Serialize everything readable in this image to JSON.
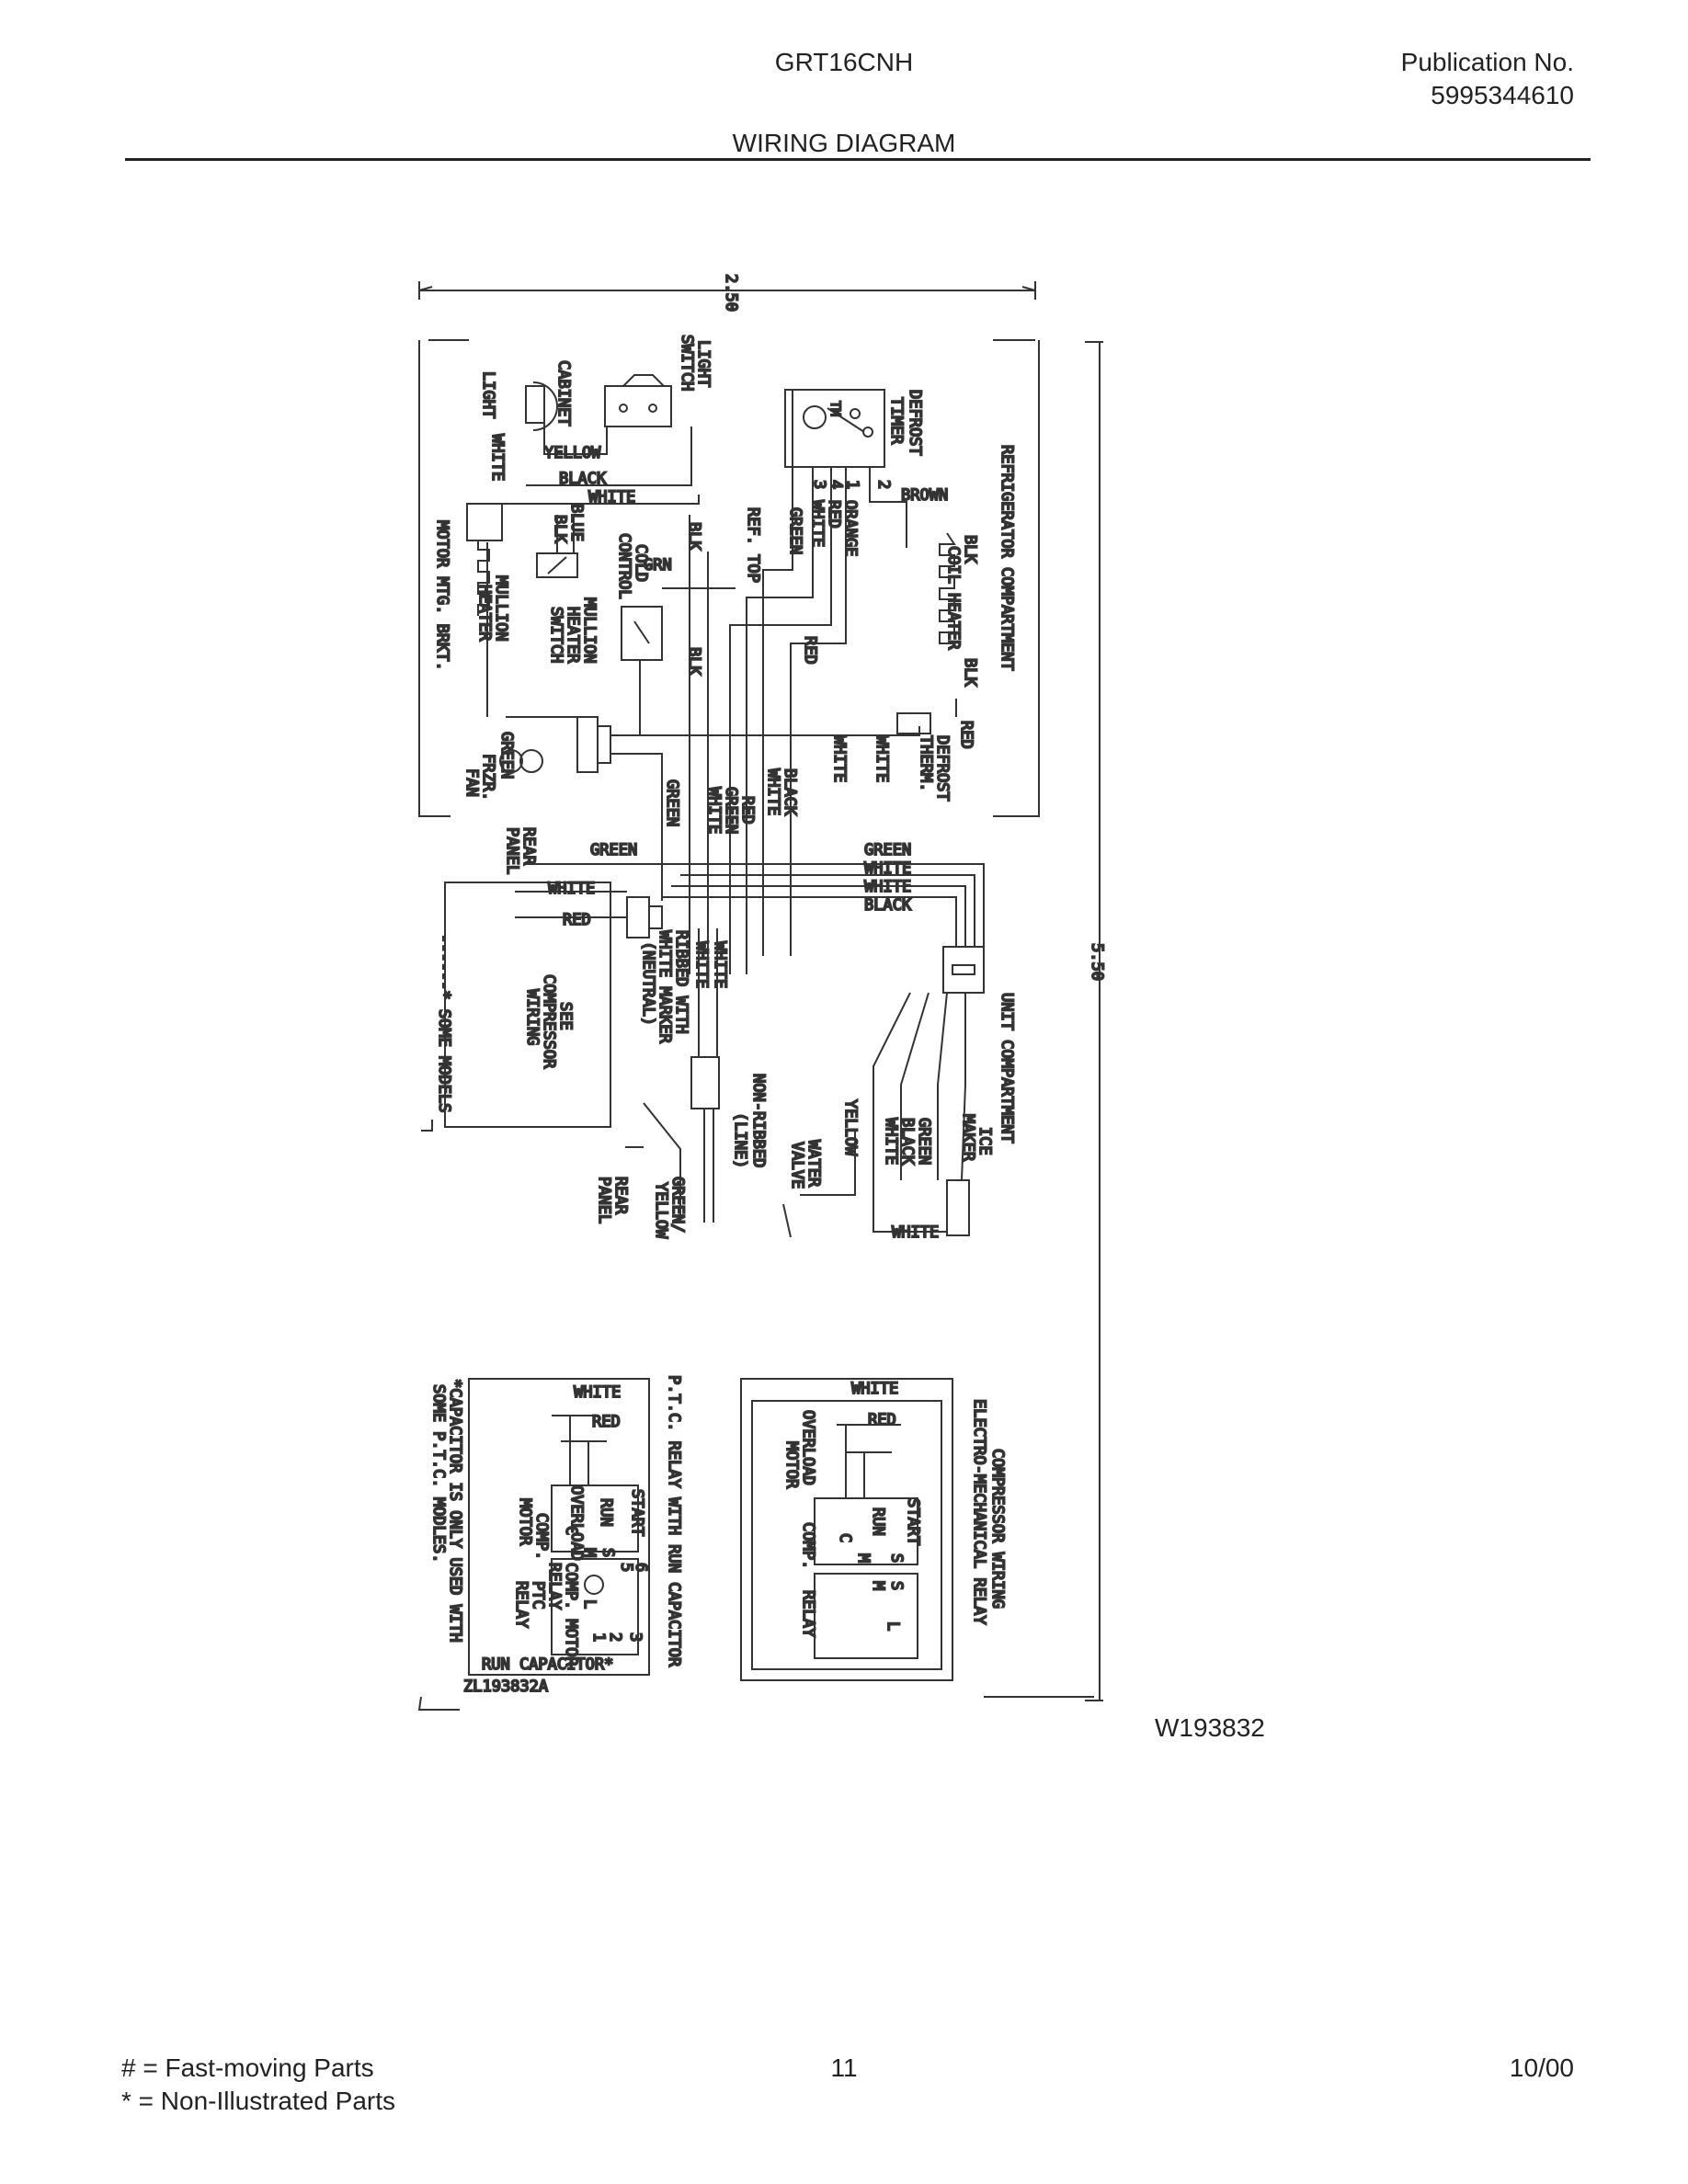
{
  "header": {
    "model": "GRT16CNH",
    "publication_label": "Publication No.",
    "publication_number": "5995344610",
    "title": "WIRING DIAGRAM"
  },
  "diagram": {
    "dim_width": "2.50",
    "dim_height": "5.50",
    "sections": {
      "refrigerator_compartment": "REFRIGERATOR COMPARTMENT",
      "unit_compartment": "UNIT COMPARTMENT",
      "compressor_wiring": "COMPRESSOR WIRING",
      "electro_mech_relay": "ELECTRO-MECHANICAL RELAY",
      "ptc_relay": "P.T.C. RELAY WITH RUN CAPACITOR"
    },
    "components": {
      "light": "LIGHT",
      "cabinet": "CABINET",
      "light_switch_1": "LIGHT",
      "light_switch_2": "SWITCH",
      "defrost_timer_1": "DEFROST",
      "defrost_timer_2": "TIMER",
      "tm": "TM",
      "ref_top": "REF. TOP",
      "cold_control_1": "COLD",
      "cold_control_2": "CONTROL",
      "mullion_heater_1": "MULLION",
      "mullion_heater_2": "HEATER",
      "mullion_switch_1": "MULLION",
      "mullion_switch_2": "HEATER",
      "mullion_switch_3": "SWITCH",
      "motor_mtg": "MOTOR MTG. BRKT.",
      "coil_heater": "COIL HEATER",
      "defrost_therm_1": "DEFROST",
      "defrost_therm_2": "THERM.",
      "frzr_fan_1": "FRZR.",
      "frzr_fan_2": "FAN",
      "rear_panel_1": "REAR",
      "rear_panel_2": "PANEL",
      "see_comp_1": "SEE",
      "see_comp_2": "COMPRESSOR",
      "see_comp_3": "WIRING",
      "ribbed_1": "RIBBED WITH",
      "ribbed_2": "WHITE MARKER",
      "ribbed_3": "(NEUTRAL)",
      "nonribbed_1": "NON-RIBBED",
      "nonribbed_2": "(LINE)",
      "water_valve_1": "WATER",
      "water_valve_2": "VALVE",
      "ice_maker_1": "ICE",
      "ice_maker_2": "MAKER",
      "some_models": "------* SOME MODELS",
      "green_yellow_1": "GREEN/",
      "green_yellow_2": "YELLOW",
      "overload": "OVERLOAD",
      "comp_motor_1": "COMP.",
      "comp_motor_2": "MOTOR",
      "comp_motor_single": "COMP. MOTOR",
      "relay": "RELAY",
      "ptc_relay_1": "PTC",
      "ptc_relay_2": "RELAY",
      "start": "START",
      "run": "RUN",
      "run_capacitor": "RUN CAPACITOR*",
      "note_1": "*CAPACITOR IS ONLY USED WITH",
      "note_2": "SOME P.T.C. MODLES.",
      "drawing_no": "ZL193832A"
    },
    "wires": {
      "yellow": "YELLOW",
      "black": "BLACK",
      "white": "WHITE",
      "blue": "BLUE",
      "blk": "BLK",
      "grn": "GRN",
      "green": "GREEN",
      "orange": "ORANGE",
      "red": "RED",
      "brown": "BROWN"
    },
    "timer_terminals": [
      "1",
      "2",
      "3",
      "4"
    ],
    "terminal_letters": {
      "c": "C",
      "s": "S",
      "m": "M",
      "l": "L",
      "s5": "5",
      "s6": "6",
      "n1": "1",
      "n2": "2",
      "n3": "3"
    }
  },
  "part_number": "W193832",
  "footer": {
    "fast_moving": "#  =  Fast-moving Parts",
    "non_illustrated": "*   =  Non-Illustrated Parts",
    "page": "11",
    "date": "10/00"
  }
}
